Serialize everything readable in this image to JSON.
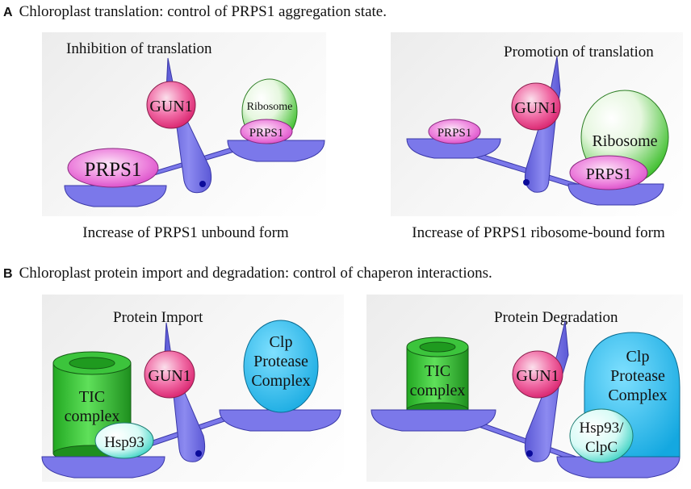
{
  "panel_a": {
    "letter": "A",
    "heading": "Chloroplast translation: control of PRPS1 aggregation state.",
    "left": {
      "title": "Inhibition of translation",
      "gun1": "GUN1",
      "prps1_big": "PRPS1",
      "ribosome": "Ribosome",
      "prps1_small": "PRPS1",
      "caption": "Increase of PRPS1 unbound form"
    },
    "right": {
      "title": "Promotion of translation",
      "gun1": "GUN1",
      "prps1_small": "PRPS1",
      "ribosome": "Ribosome",
      "prps1_bound": "PRPS1",
      "caption": "Increase of PRPS1 ribosome-bound form"
    }
  },
  "panel_b": {
    "letter": "B",
    "heading": "Chloroplast protein import and degradation: control of chaperon interactions.",
    "left": {
      "title": "Protein Import",
      "gun1": "GUN1",
      "tic": [
        "TIC",
        "complex"
      ],
      "hsp": "Hsp93",
      "clp": [
        "Clp",
        "Protease",
        "Complex"
      ]
    },
    "right": {
      "title": "Protein Degradation",
      "gun1": "GUN1",
      "tic": [
        "TIC",
        "complex"
      ],
      "clp": [
        "Clp",
        "Protease",
        "Complex"
      ],
      "hsp": [
        "Hsp93/",
        "ClpC"
      ]
    }
  },
  "colors": {
    "balance": "#7b78ea",
    "balance_stroke": "#3a38a8",
    "pivot": "#0b0b9a",
    "gun1": "#e8307c",
    "prps1": "#e24fd0",
    "ribosome": "#5fcc45",
    "tic": "#2fb82f",
    "clp": "#1fb6ea",
    "hsp": "#39d6c6"
  }
}
